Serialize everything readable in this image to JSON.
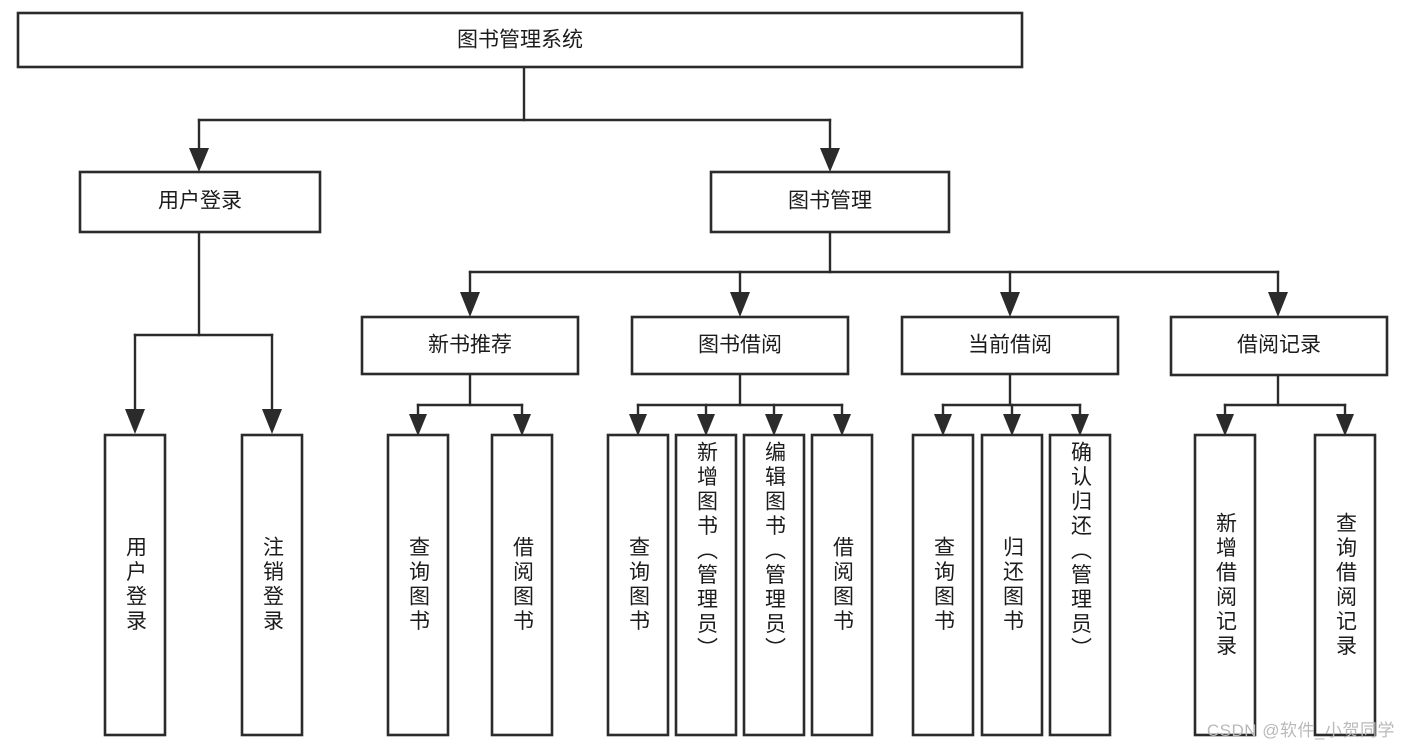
{
  "diagram": {
    "title": "图书管理系统",
    "type": "tree-hierarchy",
    "watermark": "CSDN @软件_小贺同学",
    "root": {
      "label": "图书管理系统"
    },
    "level2": [
      {
        "label": "用户登录"
      },
      {
        "label": "图书管理"
      }
    ],
    "level3": [
      {
        "label": "新书推荐"
      },
      {
        "label": "图书借阅"
      },
      {
        "label": "当前借阅"
      },
      {
        "label": "借阅记录"
      }
    ],
    "leaves": {
      "user_login": [
        {
          "label": "用户登录"
        },
        {
          "label": "注销登录"
        }
      ],
      "new_book_recommend": [
        {
          "label": "查询图书"
        },
        {
          "label": "借阅图书"
        }
      ],
      "book_borrow": [
        {
          "label": "查询图书"
        },
        {
          "label": "新增图书（管理员）"
        },
        {
          "label": "编辑图书（管理员）"
        },
        {
          "label": "借阅图书"
        }
      ],
      "current_borrow": [
        {
          "label": "查询图书"
        },
        {
          "label": "归还图书"
        },
        {
          "label": "确认归还（管理员）"
        }
      ],
      "borrow_record": [
        {
          "label": "新增借阅记录"
        },
        {
          "label": "查询借阅记录"
        }
      ]
    },
    "colors": {
      "stroke": "#2b2b2b",
      "fill": "#ffffff",
      "text": "#1c1c1c",
      "watermark": "#b9b9b9"
    }
  }
}
